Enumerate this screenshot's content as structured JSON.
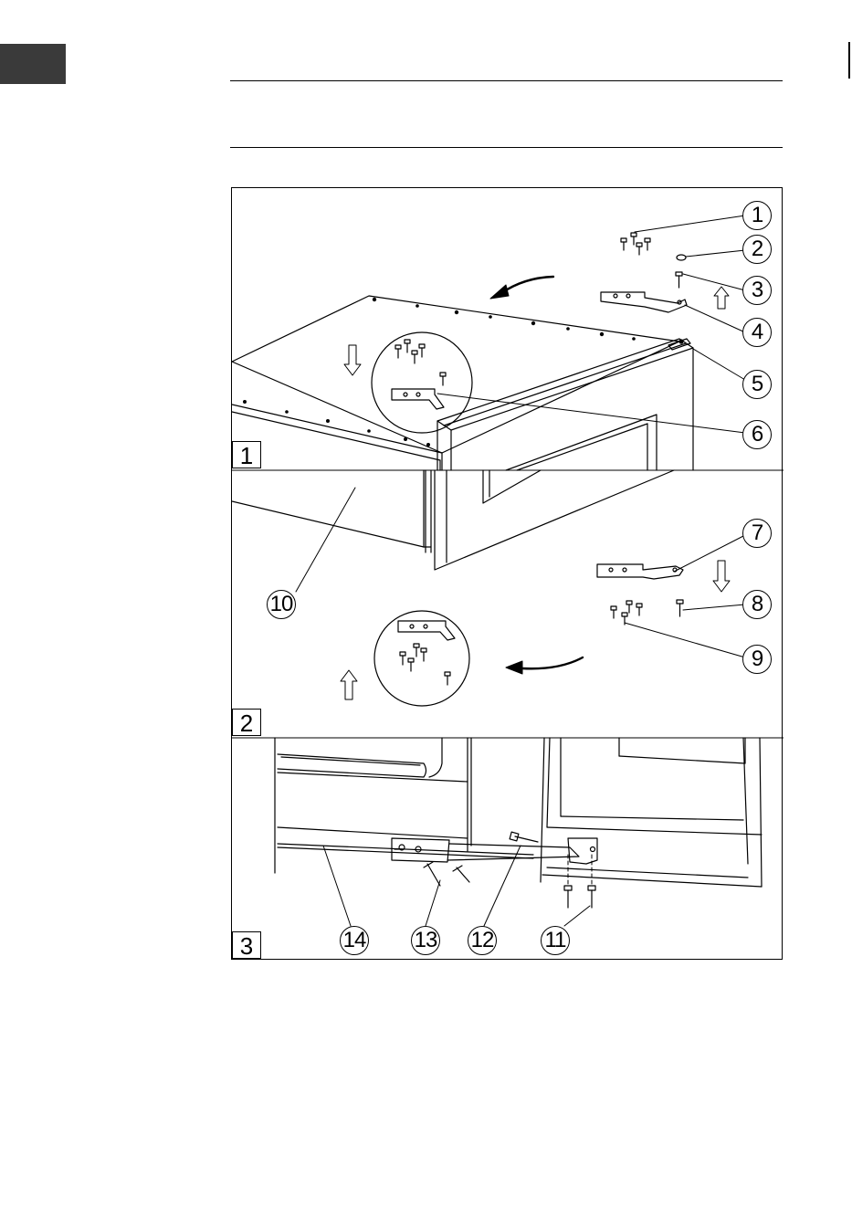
{
  "figure": {
    "steps": [
      {
        "label": "1"
      },
      {
        "label": "2"
      },
      {
        "label": "3"
      }
    ],
    "callouts": [
      "1",
      "2",
      "3",
      "4",
      "5",
      "6",
      "7",
      "8",
      "9",
      "10",
      "11",
      "12",
      "13",
      "14"
    ]
  }
}
